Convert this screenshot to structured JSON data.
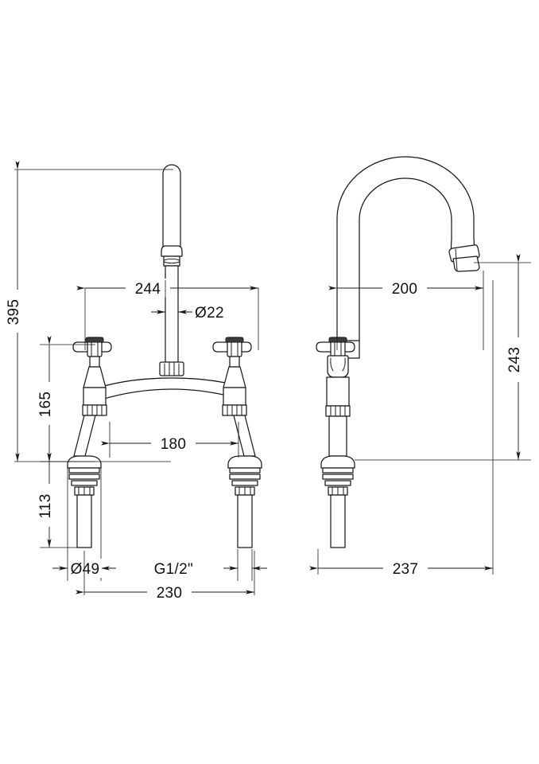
{
  "drawing": {
    "kind": "technical-dimension-drawing",
    "subject": "bridge mixer tap with crosshead handles and swan-neck spout",
    "background_color": "#ffffff",
    "line_color": "#1a1a1a",
    "accent_color": "#3b3b3b",
    "views": [
      {
        "name": "front-view",
        "label": ""
      },
      {
        "name": "side-view",
        "label": ""
      }
    ]
  },
  "dimensions": {
    "front": {
      "overall_height": "395",
      "spout_width": "244",
      "spout_diameter": "Ø22",
      "handle_height": "165",
      "tail_length": "113",
      "centres": "180",
      "base_diameter": "Ø49",
      "thread": "G1/2\"",
      "handle_span": "230"
    },
    "side": {
      "spout_reach": "200",
      "spout_height": "243",
      "overall_depth": "237"
    }
  },
  "labels": {
    "d395": "395",
    "d244": "244",
    "d22": "Ø22",
    "d165": "165",
    "d113": "113",
    "d180": "180",
    "d49": "Ø49",
    "g12": "G1/2\"",
    "d230": "230",
    "d200": "200",
    "d243": "243",
    "d237": "237"
  }
}
